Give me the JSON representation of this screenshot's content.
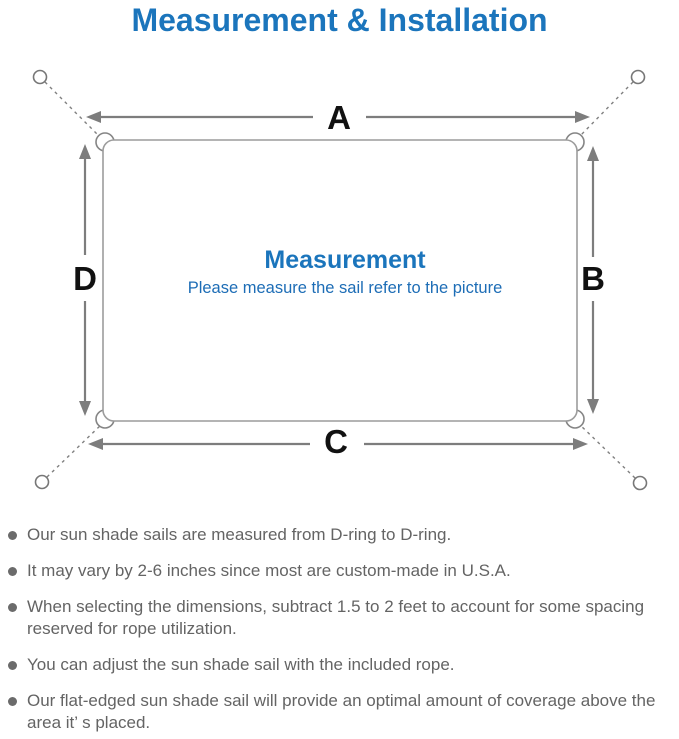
{
  "header": {
    "title": "Measurement & Installation"
  },
  "diagram": {
    "label_a": "A",
    "label_b": "B",
    "label_c": "C",
    "label_d": "D",
    "center_title": "Measurement",
    "center_subtitle": "Please measure the sail refer to the picture",
    "accent_color": "#1b75bc",
    "line_color": "#7d7d7d"
  },
  "bullets": {
    "items": [
      {
        "text": "Our sun shade sails are measured from D-ring to D-ring."
      },
      {
        "text": "It may vary by 2-6 inches since most are custom-made in U.S.A."
      },
      {
        "text": "When selecting the dimensions, subtract 1.5 to 2 feet to account for some spacing reserved for rope utilization."
      },
      {
        "text": "You can adjust the sun shade sail with the included rope."
      },
      {
        "text": "Our flat-edged sun shade sail will provide an optimal amount of coverage above the area it’ s placed."
      }
    ]
  }
}
